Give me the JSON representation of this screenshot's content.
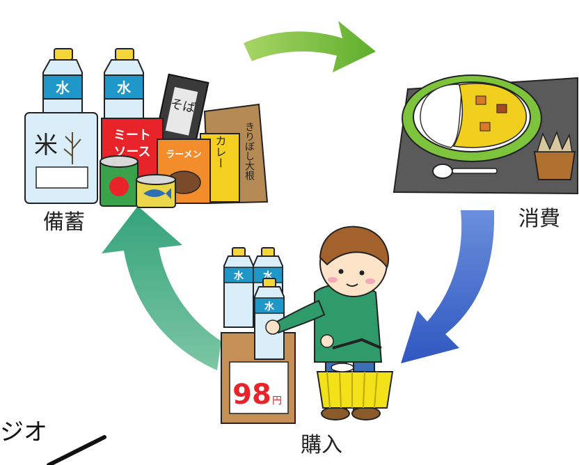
{
  "cycle": {
    "stock_label": "備蓄",
    "consume_label": "消費",
    "purchase_label": "購入"
  },
  "stockpile": {
    "water_label_1": "水",
    "water_label_2": "水",
    "rice_label": "米",
    "meat_sauce_line1": "ミート",
    "meat_sauce_line2": "ソース",
    "ramen_label": "ラーメン",
    "soba_label": "そば",
    "curry_label": "カレー",
    "daikon_label": "きりぼし大根"
  },
  "purchase": {
    "water_label_1": "水",
    "water_label_2": "水",
    "water_label_3": "水",
    "price_number": "98",
    "price_unit": "円"
  },
  "corner_text": "ジオ",
  "colors": {
    "arrow_green": "#7cc043",
    "arrow_blue": "#3c66c8",
    "arrow_teal": "#3fae86",
    "water_blue": "#1f97c8",
    "tray_gray": "#5a5a5a",
    "curry_yellow": "#f1cf1e",
    "basket_yellow": "#f3e21a"
  }
}
